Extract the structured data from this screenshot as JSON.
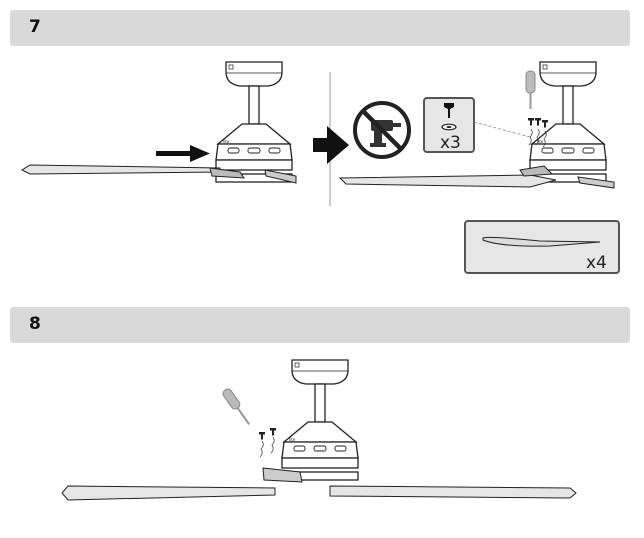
{
  "steps": [
    {
      "number": "7"
    },
    {
      "number": "8"
    }
  ],
  "parts": {
    "screws_quantity": "x3",
    "blades_quantity": "x4"
  },
  "icons": {
    "no_power_drill": "no-power-drill-icon",
    "screw": "screw-icon",
    "screwdriver": "screwdriver-icon",
    "arrow": "arrow-right-icon"
  },
  "colors": {
    "header_bar": "#d9d9d9",
    "line": "#222222",
    "blade_fill": "#e6e6e6",
    "parts_box_border": "#666666"
  }
}
